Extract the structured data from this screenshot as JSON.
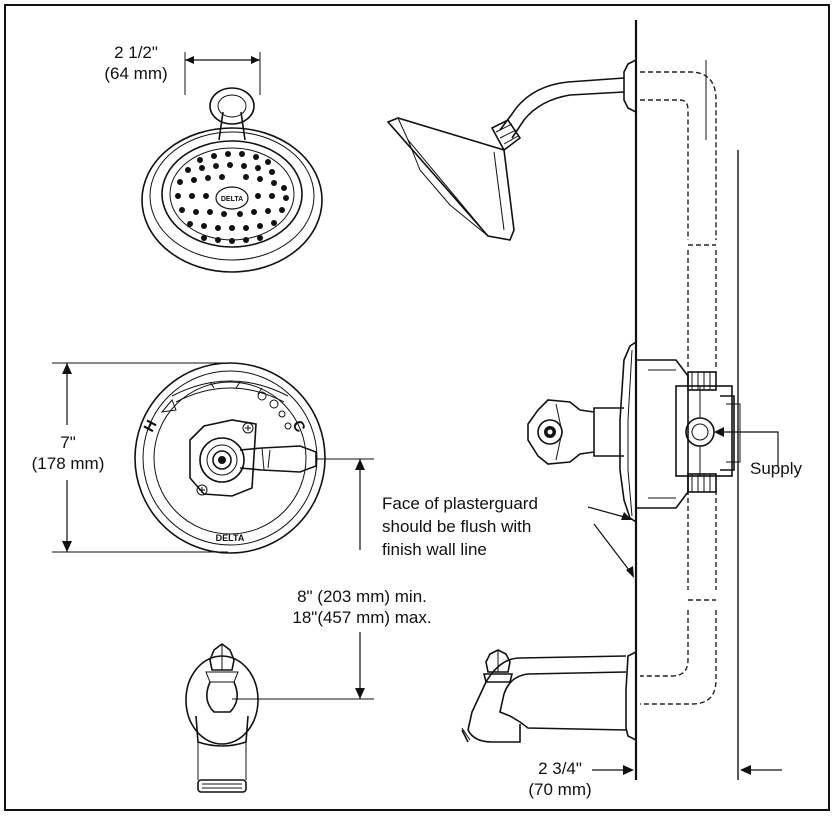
{
  "dimensions": {
    "showerhead_width": {
      "imperial": "2 1/2\"",
      "metric": "(64 mm)"
    },
    "trim_height": {
      "imperial": "7\"",
      "metric": "(178 mm)"
    },
    "spout_distance": {
      "min": "8\" (203 mm) min.",
      "max": "18\"(457 mm) max."
    },
    "wall_offset": {
      "imperial": "2 3/4\"",
      "metric": "(70 mm)"
    }
  },
  "notes": {
    "plasterguard": [
      "Face of plasterguard",
      "should be flush with",
      "finish wall line"
    ],
    "supply": "Supply"
  },
  "markings": {
    "brand": "DELTA",
    "hot": "H",
    "cold": "C"
  }
}
